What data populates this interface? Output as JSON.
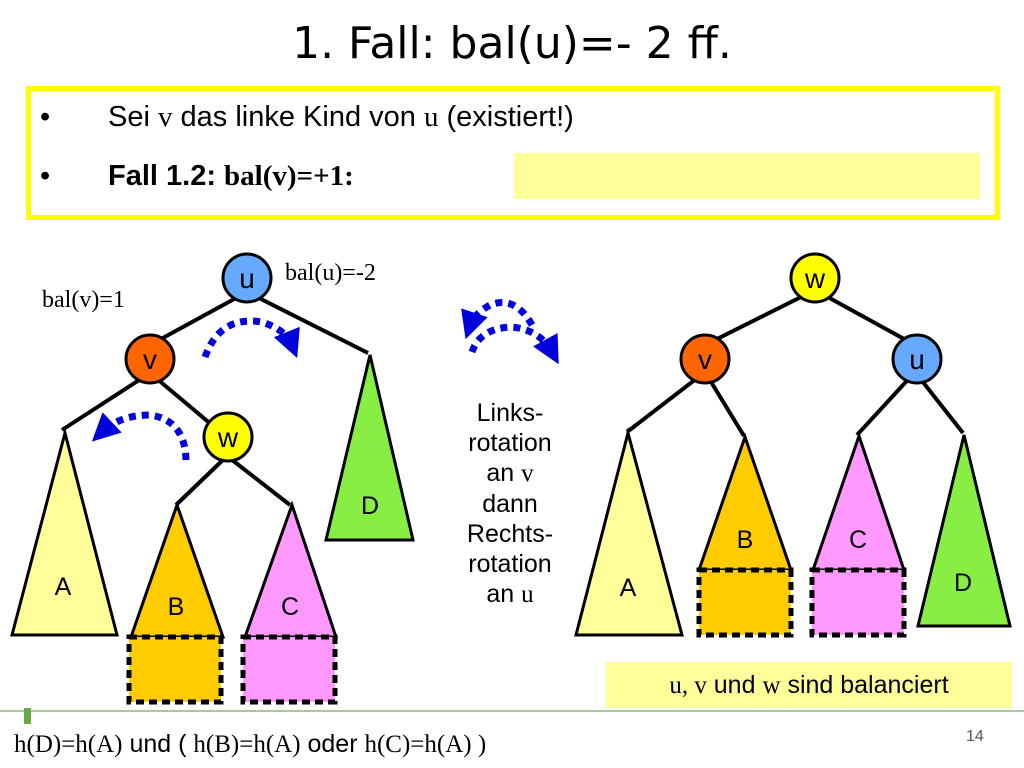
{
  "title": "1. Fall: bal(u)=- 2 ff.",
  "bullets": {
    "b1": {
      "symbol": "•",
      "pre": "Sei ",
      "v": "v",
      "mid": " das  linke  Kind von ",
      "u": "u",
      "post": " (existiert!)"
    },
    "b2": {
      "symbol": "•",
      "label": "Fall 1.2: ",
      "formula": "bal(v)=+1:"
    }
  },
  "left_tree": {
    "bal_u": "bal(u)=-2",
    "bal_v": "bal(v)=1",
    "nodes": {
      "u": "u",
      "v": "v",
      "w": "w"
    },
    "subtrees": {
      "A": "A",
      "B": "B",
      "C": "C",
      "D": "D"
    }
  },
  "rotation_text": {
    "l1": "Links-",
    "l2": "rotation",
    "l3_pre": "an ",
    "l3_var": "v",
    "l4": "dann",
    "l5": "Rechts-",
    "l6": "rotation",
    "l7_pre": "an ",
    "l7_var": "u"
  },
  "right_tree": {
    "nodes": {
      "w": "w",
      "v": "v",
      "u": "u"
    },
    "subtrees": {
      "A": "A",
      "B": "B",
      "C": "C",
      "D": "D"
    }
  },
  "note": {
    "vars": "u, v",
    "und": " und ",
    "w": "w",
    "rest": " sind balanciert"
  },
  "footer": {
    "f1": "h(D)=h(A)",
    "f2": " und ( ",
    "f3": "h(B)=h(A)",
    "f4": " oder ",
    "f5": "h(C)=h(A) )"
  },
  "page_number": "14",
  "colors": {
    "node_u": "#66aaff",
    "node_v": "#ff6600",
    "node_w": "#ffff00",
    "tri_A": "#ffff99",
    "tri_B": "#ffcc00",
    "tri_C": "#ff99ff",
    "tri_D": "#88ee44",
    "arrow": "#0000dd",
    "highlight": "#ffff00"
  }
}
